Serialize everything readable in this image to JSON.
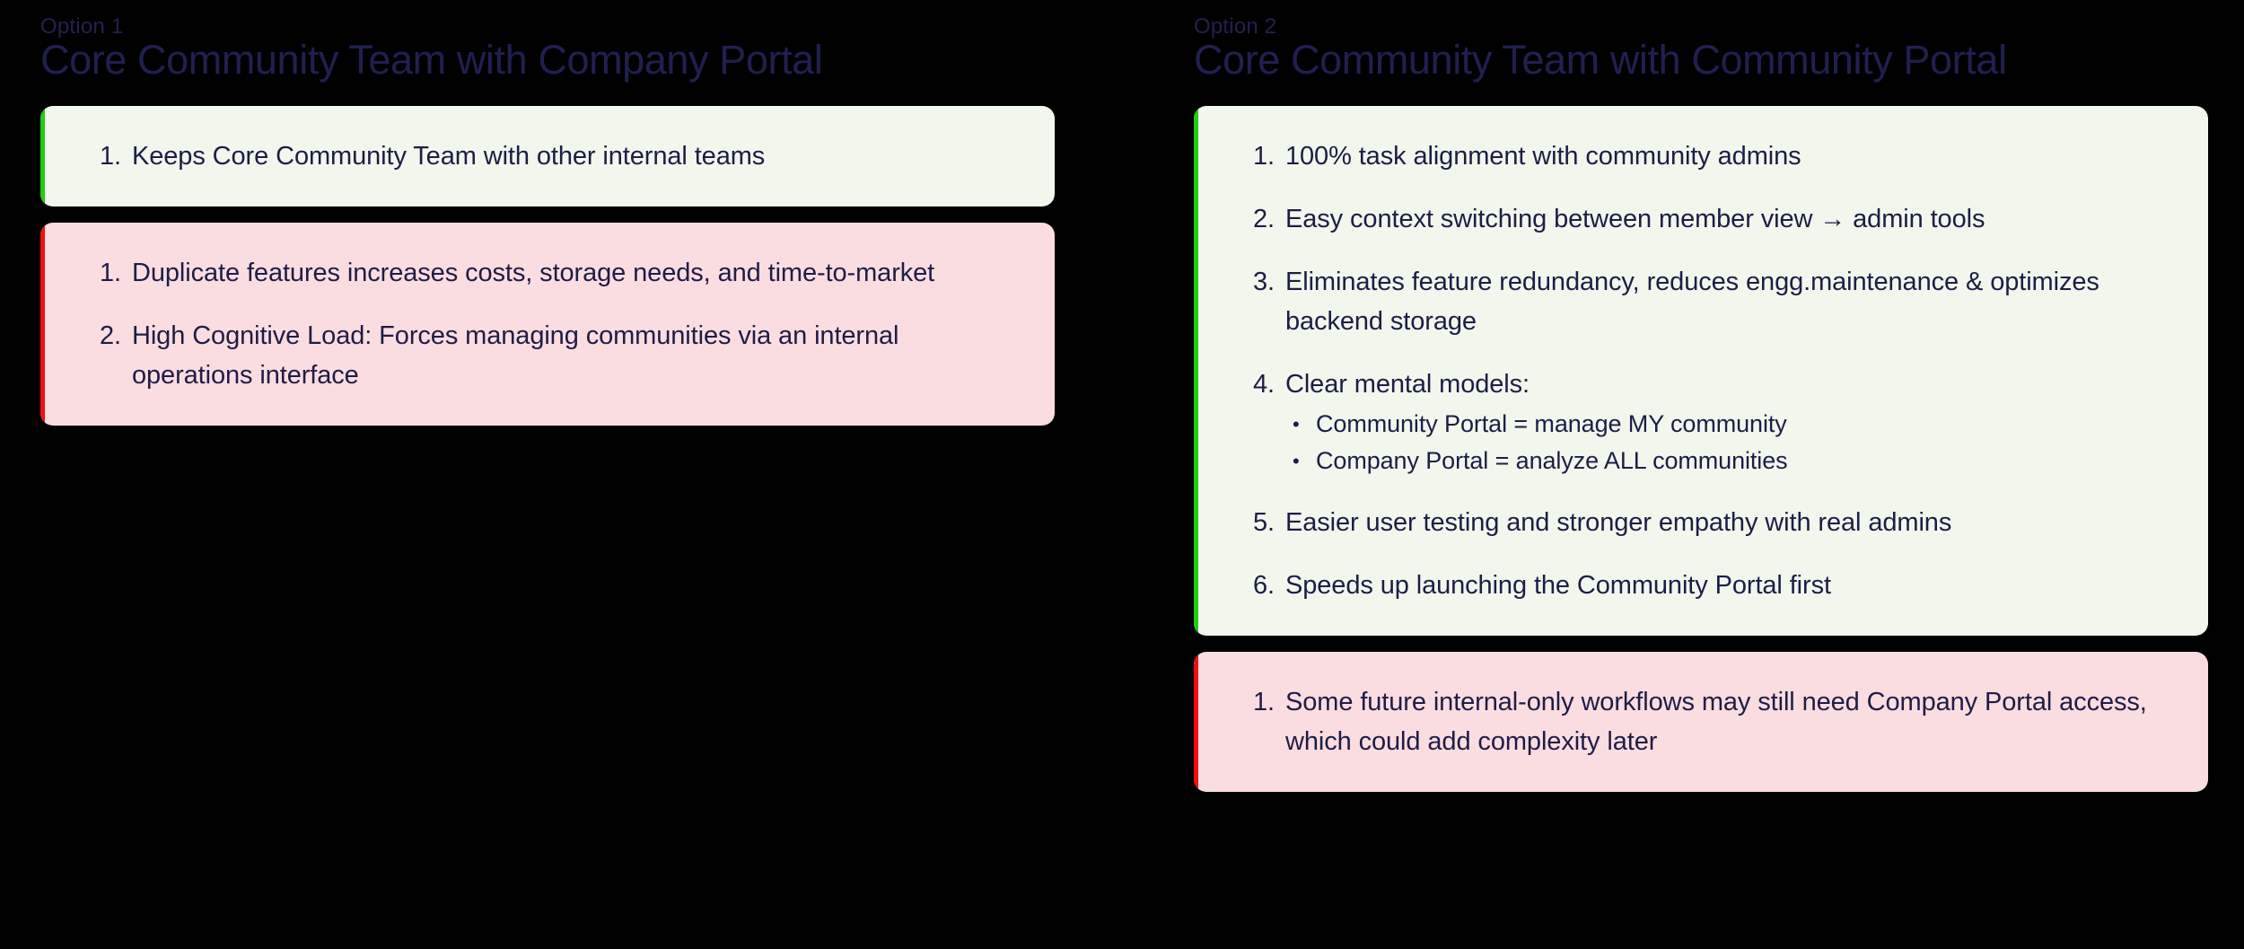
{
  "page": {
    "background_color": "#000000",
    "text_color": "#1d1d46",
    "pros_bg": "#f1f7ec",
    "pros_accent": "#22cc11",
    "cons_bg": "#fadde1",
    "cons_accent": "#f00f0f"
  },
  "columns": [
    {
      "option_label": "Option 1",
      "title": "Core Community Team with Company Portal",
      "pros": [
        "Keeps Core Community Team with other internal teams"
      ],
      "cons": [
        "Duplicate features increases costs, storage needs, and time-to-market",
        "High Cognitive Load: Forces managing communities via an internal operations interface"
      ]
    },
    {
      "option_label": "Option 2",
      "title": "Core Community Team with Community Portal",
      "pros": [
        "100% task alignment with community admins",
        "Easy context switching between member view → admin tools",
        "Eliminates feature redundancy, reduces engg.maintenance & optimizes backend storage",
        "Clear mental models:",
        "Easier user testing and stronger empathy with real admins",
        "Speeds up launching the Community Portal first"
      ],
      "pros_sub_items": [
        "Community Portal = manage MY community",
        "Company Portal = analyze ALL communities"
      ],
      "cons": [
        "Some future internal-only workflows may still need Company Portal access, which could add complexity later"
      ]
    }
  ]
}
